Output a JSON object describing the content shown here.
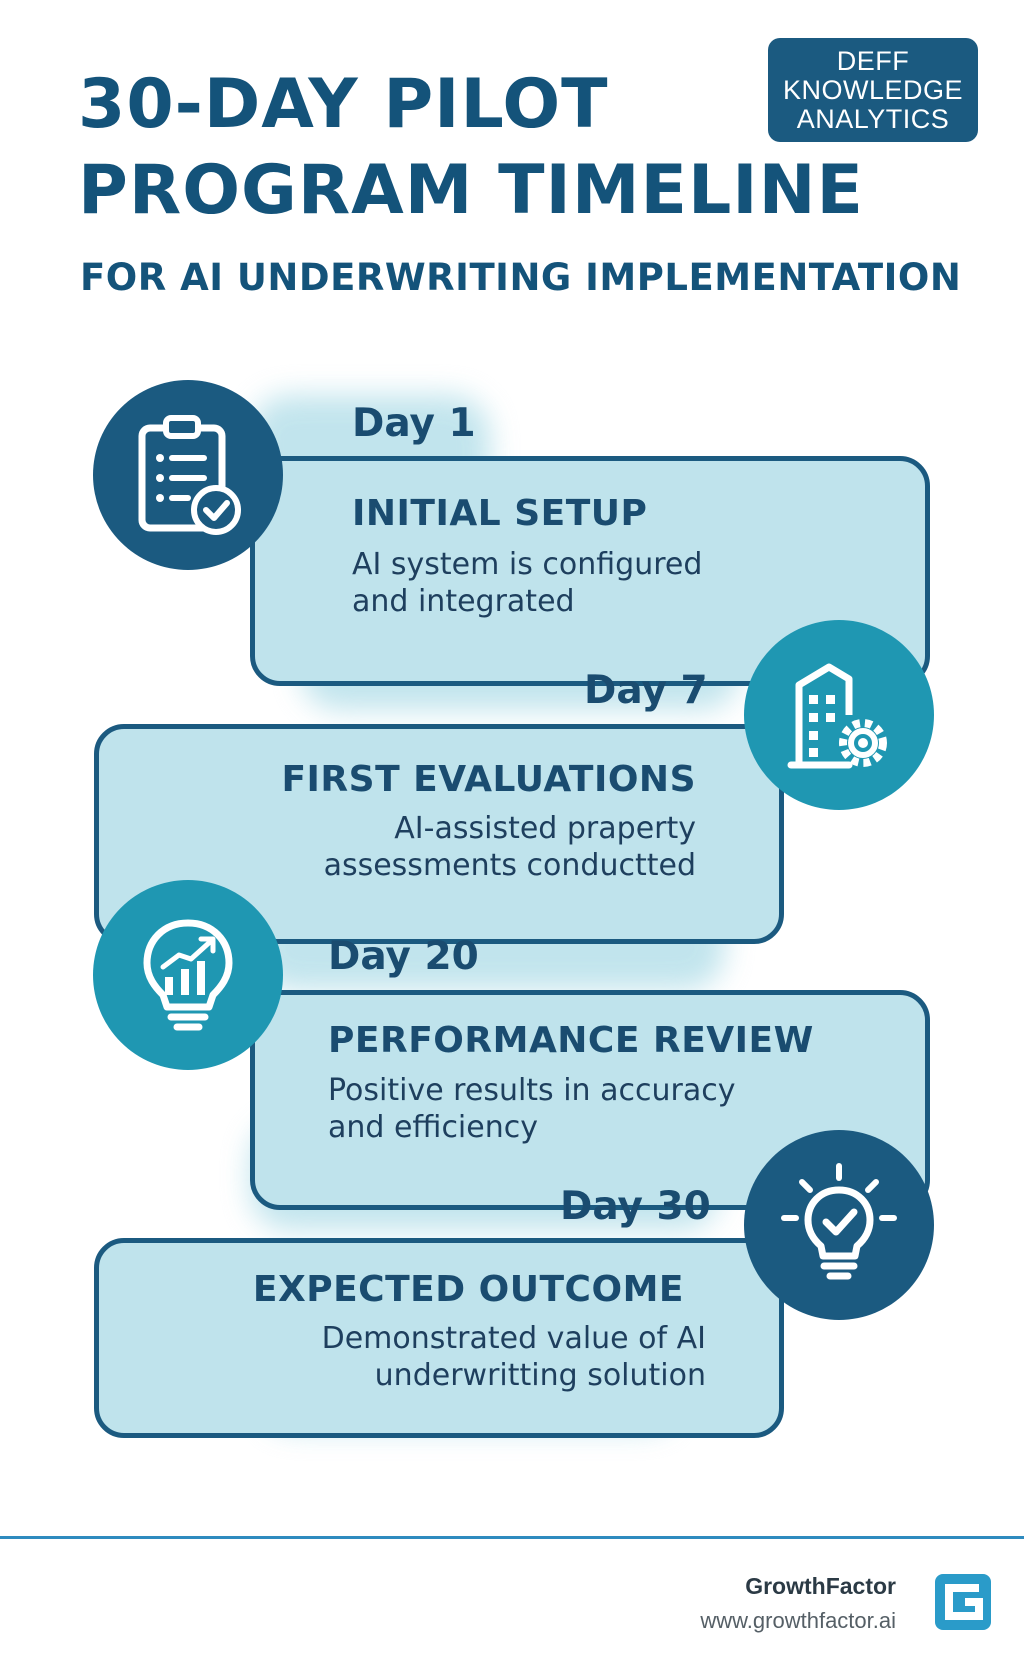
{
  "header": {
    "title_line1": "30-DAY PILOT",
    "title_line2": "PROGRAM TIMELINE",
    "subtitle": "FOR AI UNDERWRITING IMPLEMENTATION",
    "badge_line1": "DEFF",
    "badge_line2": "KNOWLEDGE",
    "badge_line3": "ANALYTICS"
  },
  "steps": [
    {
      "day": "Day 1",
      "title": "INITIAL SETUP",
      "desc_line1": "AI system is configured",
      "desc_line2": "and integrated",
      "icon": "clipboard-check-icon"
    },
    {
      "day": "Day 7",
      "title": "FIRST EVALUATIONS",
      "desc_line1": "AI-assisted prаperty",
      "desc_line2": "assessments conductted",
      "icon": "building-gear-icon"
    },
    {
      "day": "Day 20",
      "title": "PERFORMANCE REVIEW",
      "desc_line1": "Positive results in accuracy",
      "desc_line2": "and efficiency",
      "icon": "lightbulb-chart-icon"
    },
    {
      "day": "Day 30",
      "title": "EXPECTED OUTCOME",
      "desc_line1": "Demonstrated value of AI",
      "desc_line2": "underwritting solution",
      "icon": "lightbulb-check-icon"
    }
  ],
  "footer": {
    "brand": "GrowthFactor",
    "url": "www.growthfactor.ai",
    "logo_icon": "growthfactor-logo-icon"
  },
  "colors": {
    "primary": "#1b5a80",
    "teal": "#1f97b2",
    "card_fill": "#bfe3ec",
    "divider": "#2e8bbf"
  }
}
